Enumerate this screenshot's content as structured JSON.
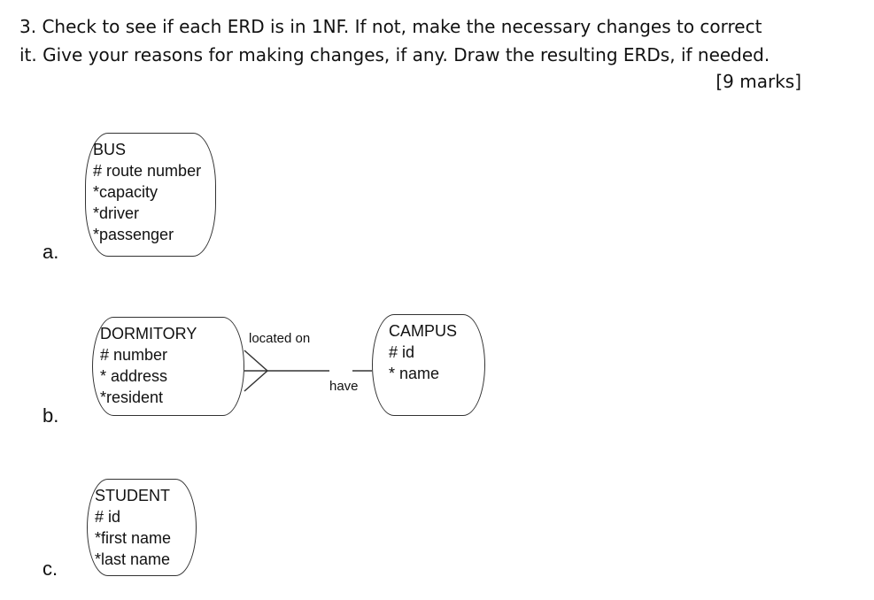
{
  "question": {
    "line1": "3. Check to see if each ERD is in 1NF. If not, make the necessary changes to correct",
    "line2": "it. Give your reasons for making changes, if any. Draw the resulting ERDs, if needed.",
    "marks": "[9 marks]"
  },
  "parts": {
    "a": {
      "label": "a.",
      "entity": {
        "name": "BUS",
        "attributes": [
          "# route number",
          "*capacity",
          "*driver",
          "*passenger"
        ]
      }
    },
    "b": {
      "label": "b.",
      "entity1": {
        "name": "DORMITORY",
        "attributes": [
          "# number",
          "* address",
          "*resident"
        ]
      },
      "entity2": {
        "name": "CAMPUS",
        "attributes": [
          "# id",
          "* name"
        ]
      },
      "rel_left": "located on",
      "rel_right": "have"
    },
    "c": {
      "label": "c.",
      "entity": {
        "name": "STUDENT",
        "attributes": [
          "# id",
          "*first name",
          "*last name"
        ]
      }
    }
  }
}
